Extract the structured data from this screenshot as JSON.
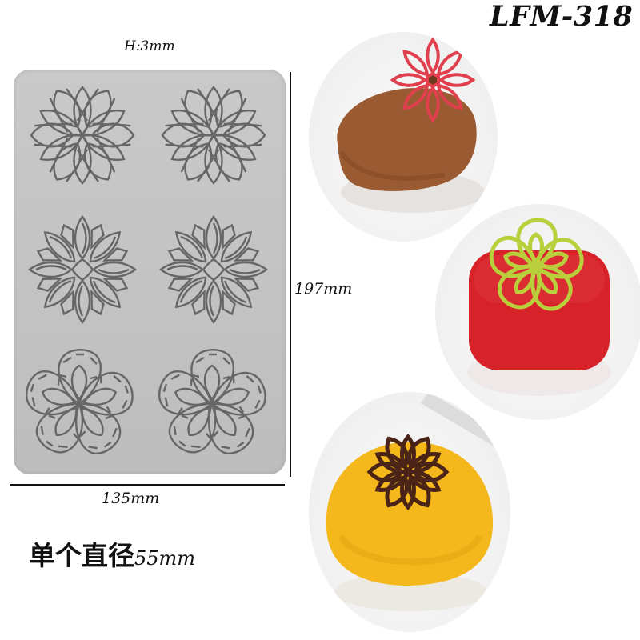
{
  "product": {
    "model_code": "LFM-318",
    "height_label": "H:3mm",
    "length_label": "197mm",
    "width_label": "135mm",
    "diameter_label_cn": "单个直径",
    "diameter_value": "55mm"
  },
  "mold": {
    "color": "#c4c4c4",
    "cavity_rows": [
      {
        "pattern": "lotus-overlapping-petals",
        "count": 2
      },
      {
        "pattern": "star-burst-petals",
        "count": 2
      },
      {
        "pattern": "lace-five-petal",
        "count": 2
      }
    ]
  },
  "photos": [
    {
      "name": "chocolate-log-cake",
      "cake_color": "#9a5a32",
      "decoration_color": "#e0404e",
      "decoration": "star-burst-petals"
    },
    {
      "name": "red-velvet-cube-cake",
      "cake_color": "#d8222a",
      "decoration_color": "#b9cf3c",
      "decoration": "lace-five-petal"
    },
    {
      "name": "yellow-dome-cake",
      "cake_color": "#f4b81c",
      "decoration_color": "#4a2416",
      "decoration": "lotus-overlapping-petals"
    }
  ]
}
